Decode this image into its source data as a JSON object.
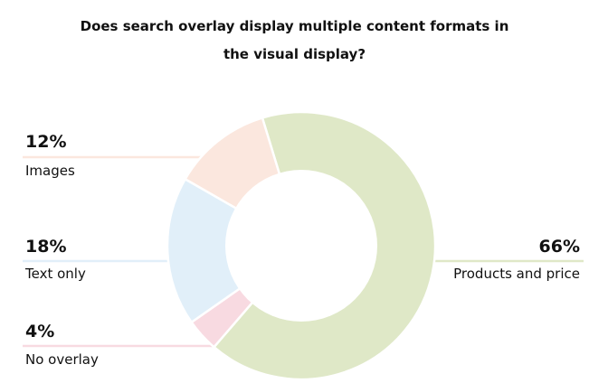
{
  "chart_data": {
    "type": "pie",
    "title_line1": "Does search overlay display multiple content formats in",
    "title_line2": "the visual display?",
    "categories": [
      "Products and price",
      "No overlay",
      "Text only",
      "Images"
    ],
    "values": [
      66,
      4,
      18,
      12
    ],
    "value_labels": [
      "66%",
      "4%",
      "18%",
      "12%"
    ],
    "colors": [
      "#dfe8c7",
      "#f8dae1",
      "#e1eff9",
      "#fbe7de"
    ],
    "line_colors": [
      "#dfe8c7",
      "#f8dae1",
      "#e1eff9",
      "#fbe7de"
    ],
    "donut": true
  }
}
